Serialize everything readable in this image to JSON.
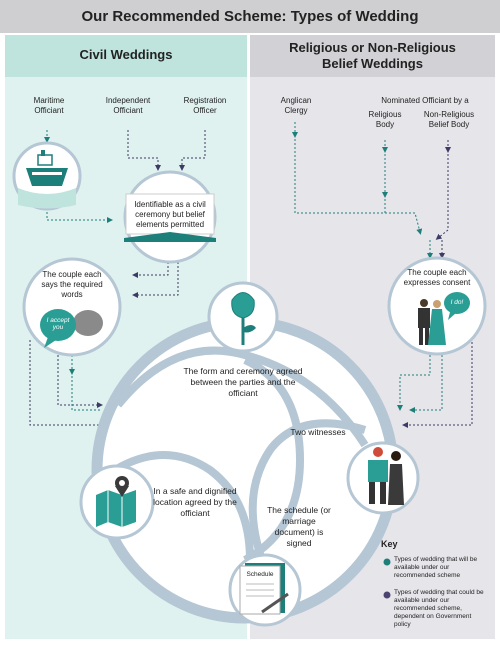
{
  "title": "Our Recommended Scheme: Types of Wedding",
  "civil": {
    "heading": "Civil Weddings",
    "officiants": [
      "Maritime Officiant",
      "Independent Officiant",
      "Registration Officer"
    ],
    "ceremony_note": "Identifiable as a civil ceremony but belief elements permitted",
    "vows_label": "The couple each says the required words",
    "speech_text": "I accept you"
  },
  "religious": {
    "heading": "Religious or Non-Religious Belief Weddings",
    "anglican": "Anglican Clergy",
    "nominated": "Nominated Officiant by a",
    "religious_body": "Religious Body",
    "nonreligious_body": "Non-Religious Belief Body",
    "consent_label": "The couple each expresses consent",
    "speech_text": "I do!"
  },
  "centre": {
    "form": "The form and ceremony agreed between the parties and the officiant",
    "witnesses": "Two witnesses",
    "location": "In a safe and dignified location agreed by the officiant",
    "schedule": "The schedule (or marriage document) is signed",
    "schedule_doc": "Schedule"
  },
  "key": {
    "title": "Key",
    "items": [
      {
        "text": "Types of wedding that will be available under our recommended scheme",
        "color": "#1d7f7a"
      },
      {
        "text": "Types of wedding that could be available under our recommended scheme, dependent on Government policy",
        "color": "#4a4470"
      }
    ]
  },
  "colors": {
    "teal": "#1d7f7a",
    "navy": "#3e3a66",
    "ring": "#b5c6d4"
  }
}
